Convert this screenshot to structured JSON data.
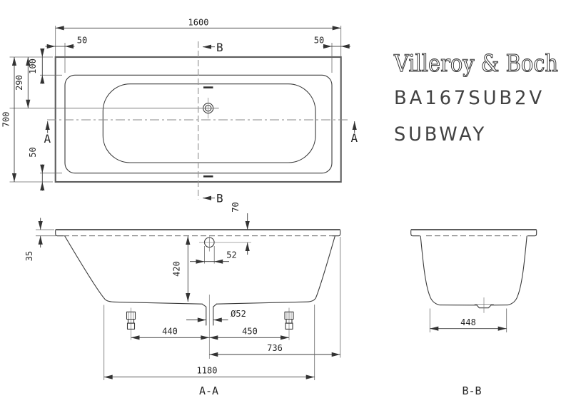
{
  "title_block": {
    "logo": "Villeroy & Boch",
    "model": "BA167SUB2V",
    "series": "SUBWAY"
  },
  "top_view": {
    "dim_length": "1600",
    "dim_width": "700",
    "dim_rim_left": "50",
    "dim_rim_right": "50",
    "dim_rim_top": "100",
    "dim_drain_from_edge": "290",
    "dim_rim_bottom": "50",
    "marker_a": "A",
    "marker_b": "B"
  },
  "section_aa": {
    "label": "A-A",
    "dim_rim_height": "35",
    "dim_overflow_below_rim": "70",
    "dim_overflow_width": "52",
    "dim_inner_depth": "420",
    "dim_drain_diameter": "Ø52",
    "dim_foot_to_drain": "440",
    "dim_drain_to_foot": "450",
    "dim_drain_to_end": "736",
    "dim_base_length": "1180"
  },
  "section_bb": {
    "label": "B-B",
    "dim_base_width": "448"
  }
}
